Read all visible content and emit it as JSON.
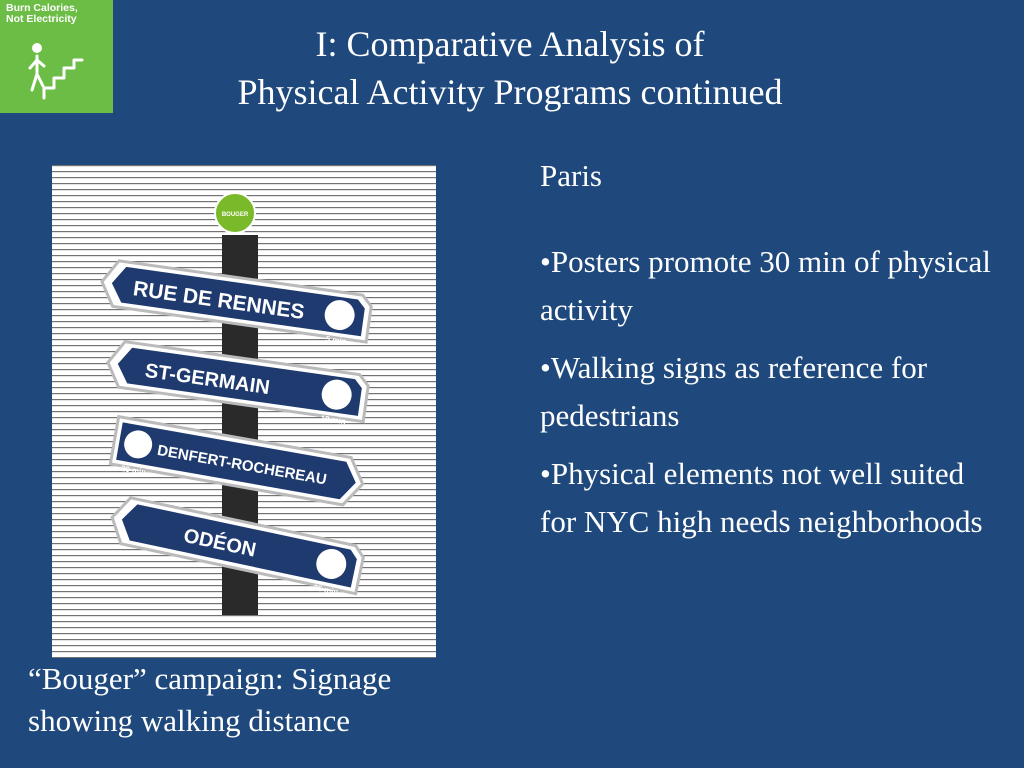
{
  "logo": {
    "text_line1": "Burn Calories,",
    "text_line2": "Not Electricity",
    "icon": "stairs-walker-icon",
    "background": "#6cbd45"
  },
  "title": {
    "line1": "I: Comparative Analysis of",
    "line2": "Physical Activity Programs continued"
  },
  "photo": {
    "signs": [
      {
        "label": "RUE DE RENNES",
        "time": "5 min",
        "direction": "left"
      },
      {
        "label": "ST-GERMAIN",
        "time": "10 min",
        "direction": "left"
      },
      {
        "label": "DENFERT-ROCHEREAU",
        "time": "20 min",
        "direction": "right"
      },
      {
        "label": "ODÉON",
        "time": "25 min",
        "direction": "left"
      }
    ],
    "badge": "BOUGER"
  },
  "caption": {
    "line1": "“Bouger” campaign: Signage",
    "line2": "showing walking distance"
  },
  "content": {
    "heading": "Paris",
    "bullets": [
      "•Posters promote 30 min of physical activity",
      "•Walking signs as reference for pedestrians",
      "•Physical elements not well suited for NYC high needs neighborhoods"
    ]
  },
  "colors": {
    "background": "#1f497d",
    "text": "#ffffff",
    "sign_blue": "#1f3a6e"
  }
}
